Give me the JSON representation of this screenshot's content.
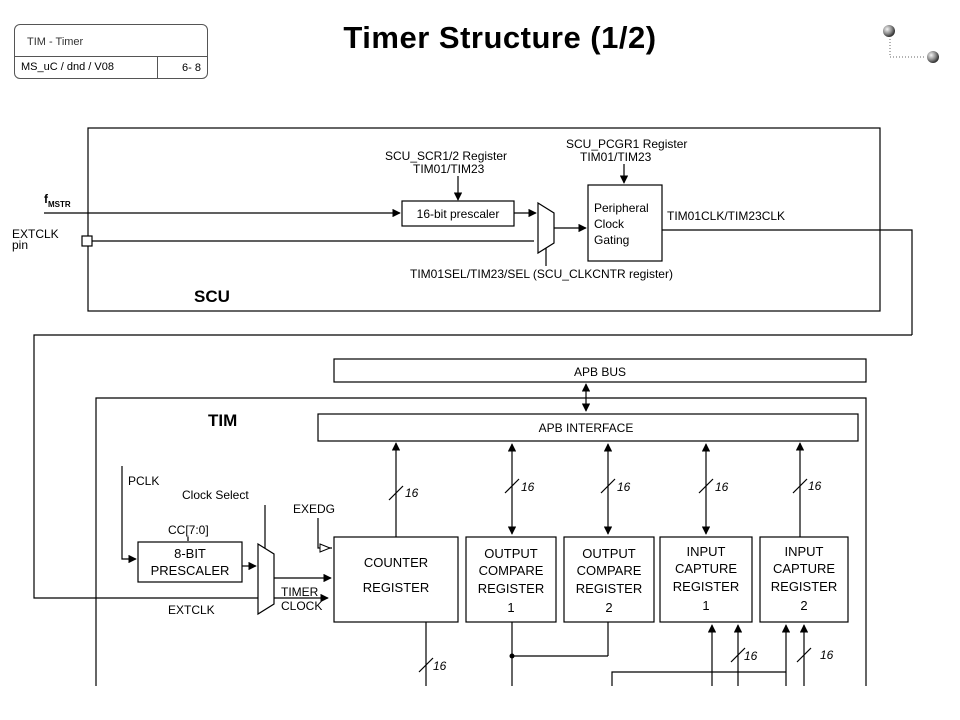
{
  "header": {
    "course": "TIM  - Timer",
    "doc_id": "MS_uC / dnd / V08",
    "page": "6- 8"
  },
  "title": "Timer Structure (1/2)",
  "scu": {
    "label": "SCU",
    "fmstr_main": "f",
    "fmstr_sub": "MSTR",
    "extclk_label": "EXTCLK",
    "pin_label": "pin",
    "scr_register": "SCU_SCR1/2 Register",
    "scr_tim": "TIM01/TIM23",
    "prescaler": "16-bit prescaler",
    "pcgr_register": "SCU_PCGR1 Register",
    "pcgr_tim": "TIM01/TIM23",
    "gating_line1": "Peripheral",
    "gating_line2": "Clock",
    "gating_line3": "Gating",
    "clk_out": "TIM01CLK/TIM23CLK",
    "sel_label": "TIM01SEL/TIM23/SEL (SCU_CLKCNTR register)"
  },
  "tim": {
    "label": "TIM",
    "apb_bus": "APB BUS",
    "apb_interface": "APB INTERFACE",
    "pclk": "PCLK",
    "clock_select": "Clock Select",
    "cc": "CC[7:0]",
    "prescaler_line1": "8-BIT",
    "prescaler_line2": "PRESCALER",
    "extclk": "EXTCLK",
    "timer_clock_line1": "TIMER",
    "timer_clock_line2": "CLOCK",
    "exedg": "EXEDG",
    "bus_width": "16",
    "counter_line1": "COUNTER",
    "counter_line2": "REGISTER",
    "ocr1_line1": "OUTPUT",
    "ocr1_line2": "COMPARE",
    "ocr1_line3": "REGISTER",
    "ocr1_line4": "1",
    "ocr2_line1": "OUTPUT",
    "ocr2_line2": "COMPARE",
    "ocr2_line3": "REGISTER",
    "ocr2_line4": "2",
    "icr1_line1": "INPUT",
    "icr1_line2": "CAPTURE",
    "icr1_line3": "REGISTER",
    "icr1_line4": "1",
    "icr2_line1": "INPUT",
    "icr2_line2": "CAPTURE",
    "icr2_line3": "REGISTER",
    "icr2_line4": "2"
  }
}
